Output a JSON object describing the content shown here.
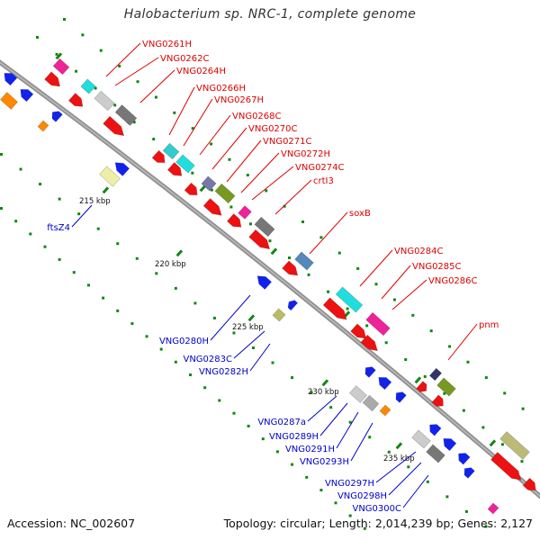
{
  "title": "Halobacterium sp. NRC-1, complete genome",
  "footer": {
    "accession": "Accession: NC_002607",
    "summary": "Topology: circular; Length: 2,014,239 bp; Genes: 2,127"
  },
  "colors": {
    "backbone": "#8c8c8c",
    "forward_label": "#dd0000",
    "reverse_label": "#0000cc",
    "forward_gene": "#ee1111",
    "reverse_gene": "#1122ee",
    "tick": "#118811",
    "ruler_dot": "#118811"
  },
  "scale_labels": [
    "215 kbp",
    "220 kbp",
    "225 kbp",
    "230 kbp",
    "235 kbp"
  ],
  "forward_labels": [
    "VNG0261H",
    "VNG0262C",
    "VNG0264H",
    "VNG0266H",
    "VNG0267H",
    "VNG0268C",
    "VNG0270C",
    "VNG0271C",
    "VNG0272H",
    "VNG0274C",
    "crtI3",
    "soxB",
    "VNG0284C",
    "VNG0285C",
    "VNG0286C",
    "pnm"
  ],
  "reverse_labels": [
    "ftsZ4",
    "VNG0280H",
    "VNG0283C",
    "VNG0282H",
    "VNG0287a",
    "VNG0289H",
    "VNG0291H",
    "VNG0293H",
    "VNG0297H",
    "VNG0298H",
    "VNG0300C"
  ]
}
